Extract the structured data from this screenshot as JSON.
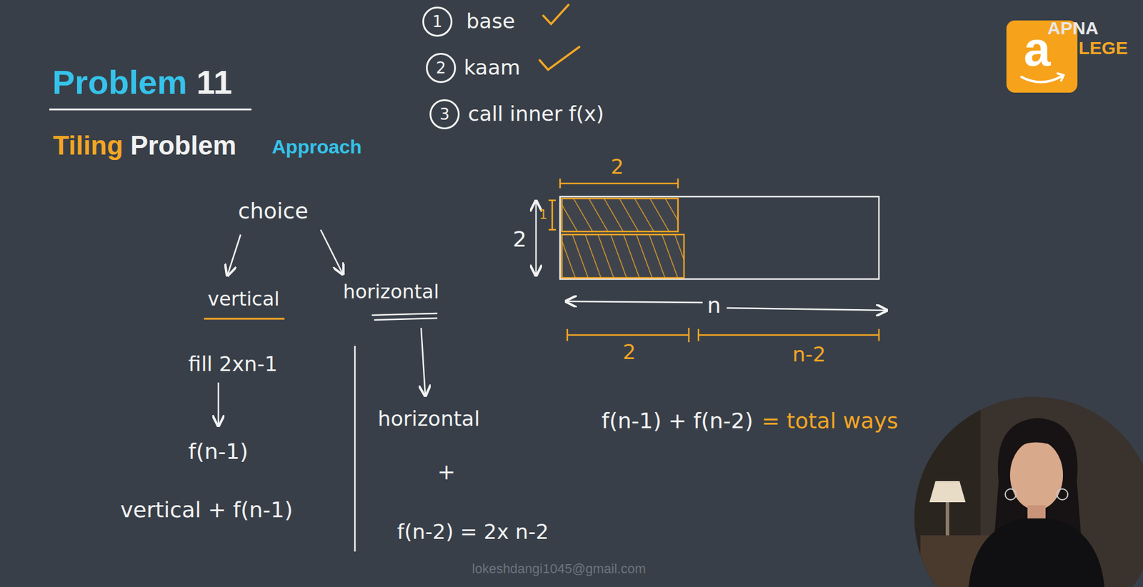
{
  "diagram": {
    "title": "Problem 11",
    "nodes": [
      {
        "text": [
          "1"
        ]
      },
      {
        "text": [
          "2"
        ]
      },
      {
        "text": [
          "3"
        ]
      }
    ],
    "labels": [
      "Tiling Problem",
      "Approach",
      "base",
      "kaam",
      "call inner f(x)",
      "a",
      "APNA",
      "LEGE",
      "choice",
      "vertical",
      "horizontal",
      "fill 2xn-1",
      "f(n-1)",
      "vertical + f(n-1)",
      "horizontal",
      "+",
      "f(n-2) = 2x n-2",
      "2",
      "1",
      "2",
      "n",
      "2",
      "n-2",
      "f(n-1) + f(n-2)",
      "= total ways",
      "lokeshdangi1045@gmail.com"
    ]
  }
}
